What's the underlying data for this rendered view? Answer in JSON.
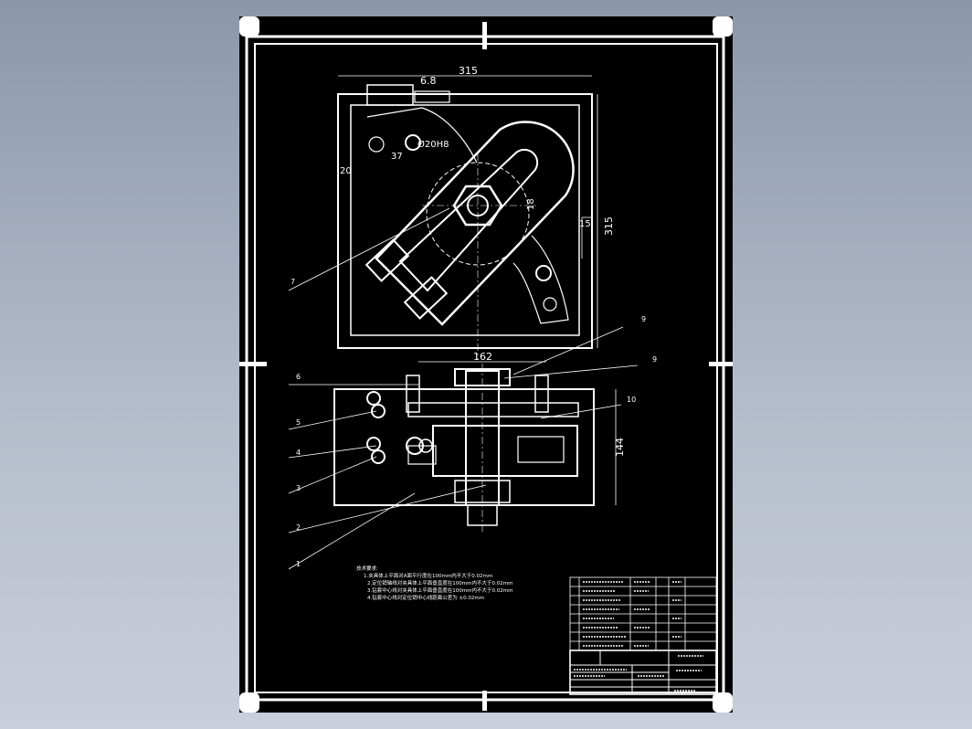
{
  "viewer": {
    "background_top": "#8a97ab",
    "background_bottom": "#c9ceda"
  },
  "drawing": {
    "paper_color": "#000000",
    "line_color": "#ffffff",
    "top_view": {
      "dim_width": "315",
      "dim_height": "315",
      "dim_6_8": "6.8",
      "dim_20_h8": "Ø20H8",
      "dim_37": "37",
      "dim_20": "20",
      "dim_15": "15",
      "dim_18": "18"
    },
    "front_view": {
      "dim_162": "162",
      "dim_144": "144"
    },
    "part_labels": {
      "p9a": "9",
      "p9b": "9",
      "p10": "10",
      "p7": "7",
      "p6": "6",
      "p5": "5",
      "p4": "4",
      "p3": "3",
      "p2": "2",
      "p1": "1"
    },
    "notes": {
      "heading": "技术要求:",
      "lines": [
        "1.夹具体上平面对A面平行度在100mm内不大于0.02mm",
        "2.定位销轴线对夹具体上平面垂直度在100mm内不大于0.02mm",
        "3.钻套中心线对夹具体上平面垂直度在100mm内不大于0.02mm",
        "4.钻套中心线对定位销中心线距离公差为 ±0.02mm"
      ]
    }
  }
}
